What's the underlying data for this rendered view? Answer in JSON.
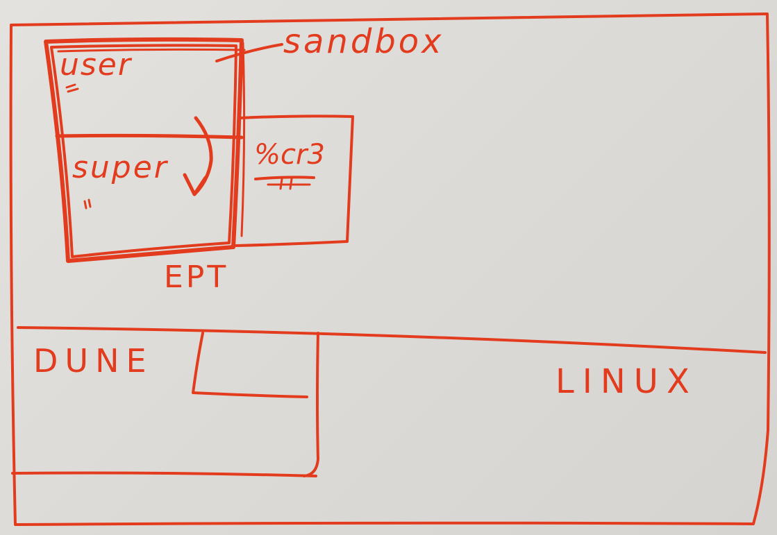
{
  "colors": {
    "ink": "#e23b1e",
    "board": "#dfddd9"
  },
  "labels": {
    "sandbox": "sandbox",
    "user": "user",
    "super": "super",
    "cr3": "%cr3",
    "ept": "EPT",
    "dune": "DUNE",
    "linux": "LINUX"
  }
}
